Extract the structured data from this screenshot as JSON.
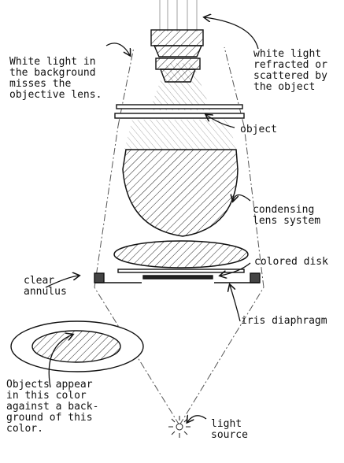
{
  "labels": {
    "white_light_background": "White light in\nthe background\nmisses the\nobjective lens.",
    "white_light_refracted": "white light\nrefracted or\nscattered by\nthe object",
    "object": "object",
    "condensing_lens": "condensing\nlens system",
    "colored_disk": "colored disk",
    "clear_annulus": "clear\nannulus",
    "iris_diaphragm": "iris diaphragm",
    "objects_color": "Objects appear\nin this color\nagainst a back-\nground of this\ncolor.",
    "light_source": "light\nsource"
  }
}
